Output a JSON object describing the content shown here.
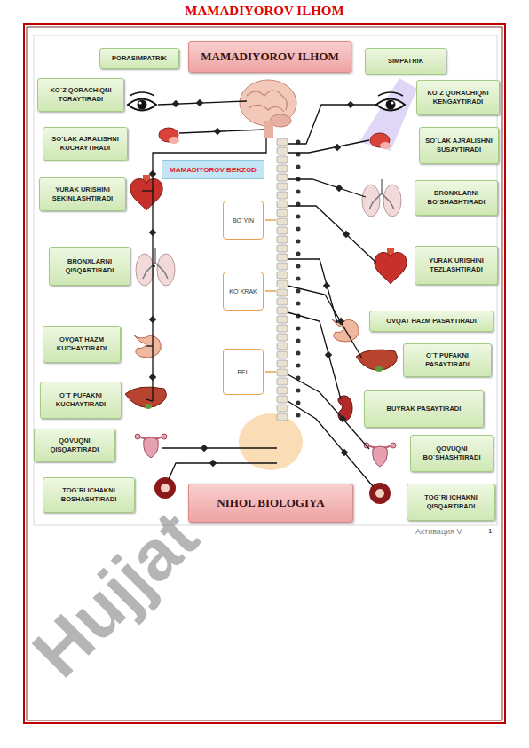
{
  "diagram": {
    "title": "MAMADIYOROV ILHOM",
    "nodes": [
      {
        "text": [
          "PORASIMPATRIK"
        ]
      },
      {
        "text": [
          "MAMADIYOROV ILHOM"
        ]
      },
      {
        "text": [
          "SIMPATRIK"
        ]
      },
      {
        "text": [
          "KO`Z QORACHIQNI TORAYTIRADI"
        ]
      },
      {
        "text": [
          "KO`Z QORACHIQNI KENGAYTIRADI"
        ]
      },
      {
        "text": [
          "SO`LAK AJRALISHNI KUCHAYTIRADI"
        ]
      },
      {
        "text": [
          "SO`LAK AJRALISHNI SUSAYTIRADI"
        ]
      },
      {
        "text": [
          "MAMADIYOROV BEKZOD"
        ]
      },
      {
        "text": [
          "YURAK URISHINI SEKINLASHTIRADI"
        ]
      },
      {
        "text": [
          "BRONXLARNI BO`SHASHTIRADI"
        ]
      },
      {
        "text": [
          "BO`YIN"
        ]
      },
      {
        "text": [
          "BRONXLARNI QISQARTIRADI"
        ]
      },
      {
        "text": [
          "YURAK URISHINI TEZLASHTIRADI"
        ]
      },
      {
        "text": [
          "KO`KRAK"
        ]
      },
      {
        "text": [
          "OVQAT HAZM PASAYTIRADI"
        ]
      },
      {
        "text": [
          "OVQAT HAZM KUCHAYTIRADI"
        ]
      },
      {
        "text": [
          "O`T PUFAKNI PASAYTIRADI"
        ]
      },
      {
        "text": [
          "BEL"
        ]
      },
      {
        "text": [
          "O`T PUFAKNI KUCHAYTIRADI"
        ]
      },
      {
        "text": [
          "BUYRAK PASAYTIRADI"
        ]
      },
      {
        "text": [
          "QOVUQNI QISQARTIRADI"
        ]
      },
      {
        "text": [
          "QOVUQNI BO`SHASHTIRADI"
        ]
      },
      {
        "text": [
          "TOG`RI ICHAKNI BOSHASHTIRADI"
        ]
      },
      {
        "text": [
          "NIHOL BIOLOGIYA"
        ]
      },
      {
        "text": [
          "TOG`RI ICHAKNI QISQARTIRADI"
        ]
      }
    ],
    "labels": [
      "Hujjat",
      "Активация V",
      "1"
    ]
  }
}
